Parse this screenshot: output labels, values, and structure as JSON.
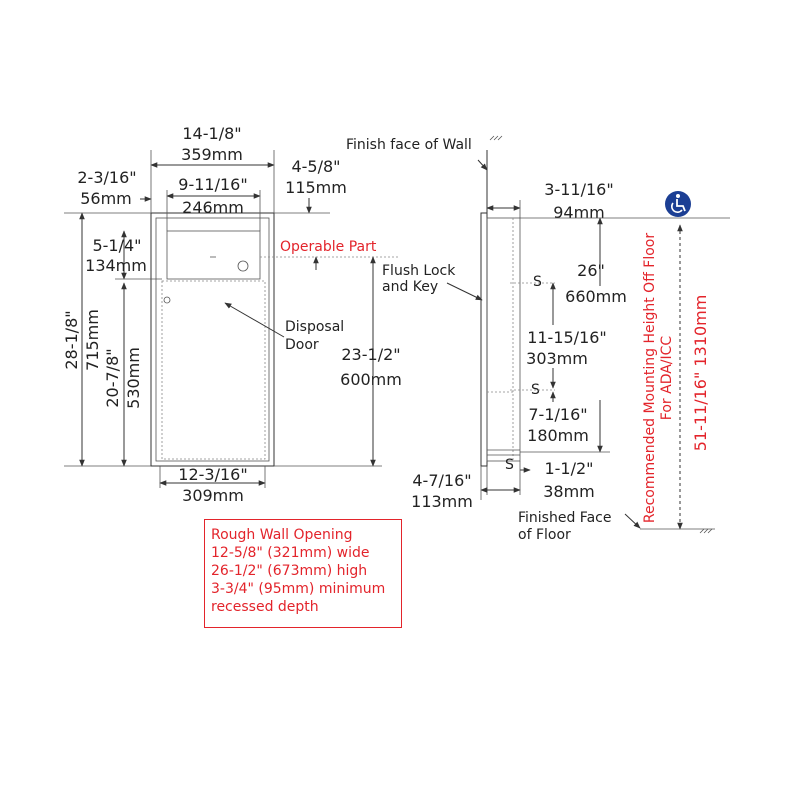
{
  "front_view": {
    "overall_width": {
      "imperial": "14-1/8\"",
      "metric": "359mm"
    },
    "left_offset": {
      "imperial": "2-3/16\"",
      "metric": "56mm"
    },
    "right_offset": {
      "imperial": "4-5/8\"",
      "metric": "115mm"
    },
    "inner_width": {
      "imperial": "9-11/16\"",
      "metric": "246mm"
    },
    "top_panel_height": {
      "imperial": "5-1/4\"",
      "metric": "134mm"
    },
    "overall_height": {
      "imperial": "28-1/8\"",
      "metric": "715mm"
    },
    "door_height": {
      "imperial": "20-7/8\"",
      "metric": "530mm"
    },
    "operable_height": {
      "imperial": "23-1/2\"",
      "metric": "600mm"
    },
    "bottom_width": {
      "imperial": "12-3/16\"",
      "metric": "309mm"
    },
    "operable_part_label": "Operable Part",
    "disposal_door_label": [
      "Disposal",
      "Door"
    ]
  },
  "side_view": {
    "finish_face_wall_label": "Finish face of Wall",
    "flush_lock_label": [
      "Flush Lock",
      "and Key"
    ],
    "depth_top": {
      "imperial": "3-11/16\"",
      "metric": "94mm"
    },
    "dim_26": {
      "imperial": "26\"",
      "metric": "660mm"
    },
    "dim_11": {
      "imperial": "11-15/16\"",
      "metric": "303mm"
    },
    "dim_7": {
      "imperial": "7-1/16\"",
      "metric": "180mm"
    },
    "dim_1_half": {
      "imperial": "1-1/2\"",
      "metric": "38mm"
    },
    "dim_4_7": {
      "imperial": "4-7/16\"",
      "metric": "113mm"
    },
    "s_mark": "S",
    "finished_floor_label": [
      "Finished Face",
      "of Floor"
    ],
    "mounting_height_label": [
      "Recommended Mounting Height Off Floor",
      "For ADA/ICC"
    ],
    "mounting_height": "51-11/16\" 1310mm"
  },
  "rough_opening": {
    "title": "Rough Wall Opening",
    "lines": [
      "12-5/8\" (321mm) wide",
      "26-1/2\" (673mm) high",
      "3-3/4\" (95mm) minimum",
      "recessed depth"
    ]
  },
  "colors": {
    "accent": "#e3242b",
    "ada_badge": "#1c3f94"
  },
  "icons": {
    "ada": "wheelchair-icon"
  }
}
